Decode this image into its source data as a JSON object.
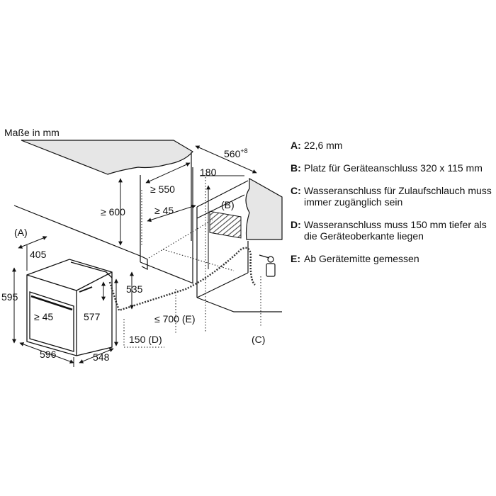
{
  "title": "Maße in mm",
  "dimensions": {
    "top_depth": "560",
    "top_depth_sup": "+8",
    "gap_180": "180",
    "niche_depth": "≥ 550",
    "niche_height": "≥ 600",
    "panel_gap": "≥ 45",
    "front_gap": "≥ 45",
    "oven_height": "595",
    "oven_panel_depth": "405",
    "oven_width": "596",
    "oven_depth": "548",
    "oven_body_height": "577",
    "body_depth": "535",
    "max_depth": "≤ 700",
    "max_depth_ref": "(E)",
    "water_offset": "150",
    "water_offset_ref": "(D)",
    "label_a": "(A)",
    "label_b": "(B)",
    "label_c": "(C)"
  },
  "legend": [
    {
      "key": "A:",
      "text": "22,6 mm"
    },
    {
      "key": "B:",
      "text": "Platz für Geräteanschluss 320 x 115 mm"
    },
    {
      "key": "C:",
      "text": "Wasseranschluss für Zulaufschlauch muss immer zugänglich sein"
    },
    {
      "key": "D:",
      "text": "Wasseranschluss muss 150 mm tiefer als die Geräteoberkante liegen"
    },
    {
      "key": "E:",
      "text": "Ab Gerätemitte gemessen"
    }
  ],
  "colors": {
    "worktop_fill": "#e6e6e6",
    "line": "#111111",
    "hatch": "#555555"
  }
}
